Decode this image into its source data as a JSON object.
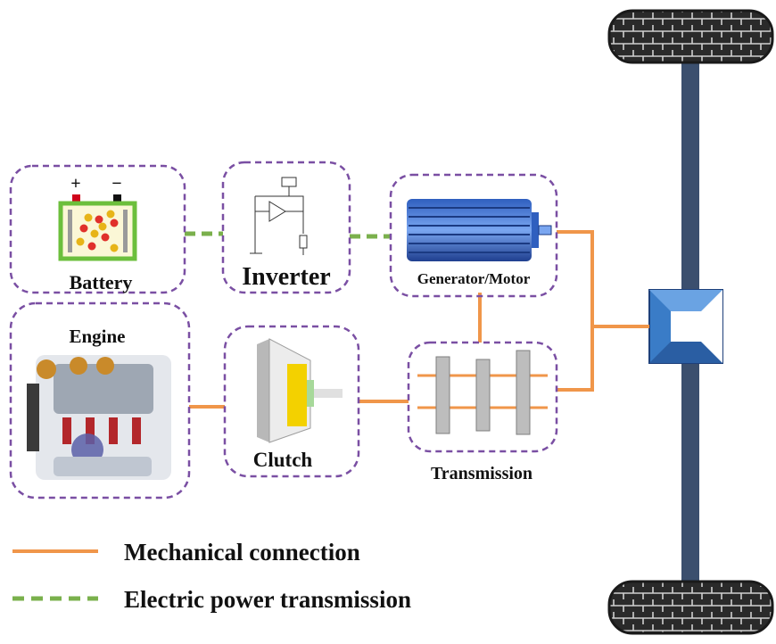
{
  "components": {
    "battery": {
      "label": "Battery",
      "plus": "+",
      "minus": "−"
    },
    "inverter": {
      "label": "Inverter"
    },
    "generator_motor": {
      "label": "Generator/Motor"
    },
    "engine": {
      "label": "Engine"
    },
    "clutch": {
      "label": "Clutch"
    },
    "transmission": {
      "label": "Transmission"
    }
  },
  "legend": {
    "mechanical": "Mechanical connection",
    "electric": "Electric power transmission"
  },
  "colors": {
    "mechanical": "#f0964a",
    "electric": "#7ab04c",
    "box_border": "#7a4fa3",
    "axle": "#3b4f6e",
    "differential": "#3a7cc7"
  }
}
